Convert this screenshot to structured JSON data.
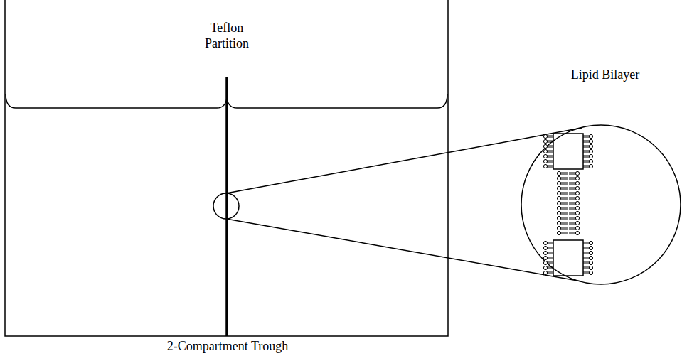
{
  "diagram": {
    "labels": [
      "Teflon Partition",
      "Lipid Bilayer",
      "2-Compartment Trough"
    ]
  }
}
